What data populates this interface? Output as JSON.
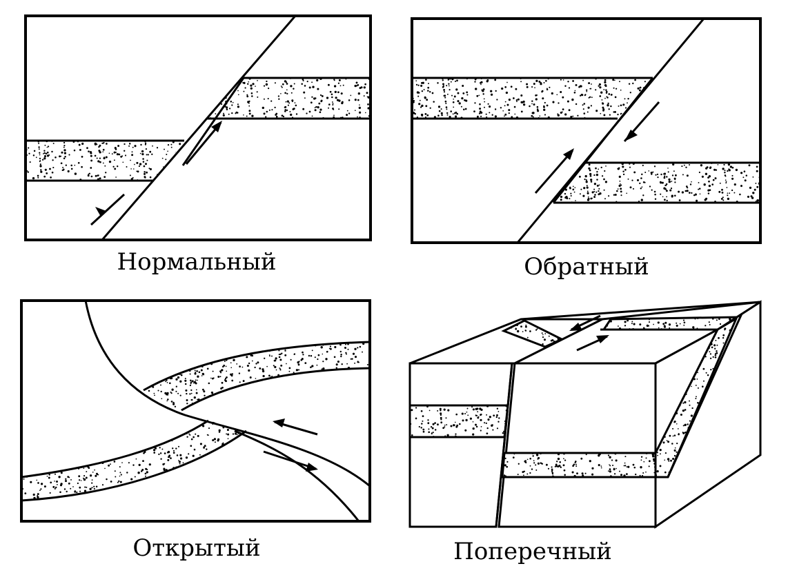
{
  "panels": [
    {
      "caption": "Нормальный"
    },
    {
      "caption": "Обратный"
    },
    {
      "caption": "Открытый"
    },
    {
      "caption": "Поперечный"
    }
  ],
  "colors": {
    "ink": "#000000",
    "paper": "#ffffff",
    "stipple": "#000000"
  }
}
